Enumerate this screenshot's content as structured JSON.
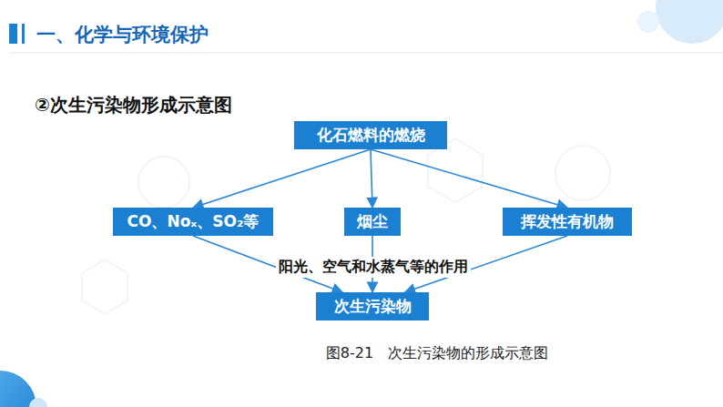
{
  "diagram": {
    "title": "一、化学与环境保护",
    "caption": "图8-21　次生污染物的形成示意图",
    "nodes": [
      {
        "text": [
          "化石燃料的燃烧"
        ]
      },
      {
        "text": [
          "CO、Noₓ、SO₂等"
        ]
      },
      {
        "text": [
          "烟尘"
        ]
      },
      {
        "text": [
          "挥发性有机物"
        ]
      },
      {
        "text": [
          "次生污染物"
        ]
      }
    ],
    "edges": [
      {
        "from": 0,
        "to": 1,
        "arrow": "to"
      },
      {
        "from": 0,
        "to": 2,
        "arrow": "to"
      },
      {
        "from": 0,
        "to": 3,
        "arrow": "to"
      },
      {
        "from": 1,
        "to": 4,
        "arrow": "to"
      },
      {
        "from": 2,
        "to": 4,
        "arrow": "to"
      },
      {
        "from": 3,
        "to": 4,
        "arrow": "to"
      }
    ],
    "labels": [
      "②次生污染物形成示意图",
      "阳光、空气和水蒸气等的作用"
    ]
  }
}
